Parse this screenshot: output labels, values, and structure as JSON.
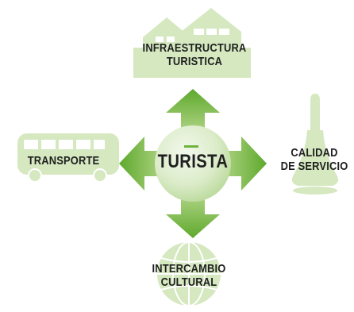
{
  "diagram": {
    "center": {
      "label": "TURISTA"
    },
    "nodes": {
      "top": {
        "lines": [
          "INFRAESTRUCTURA",
          "TURISTICA"
        ],
        "icon": "houses-icon"
      },
      "left": {
        "lines": [
          "TRANSPORTE"
        ],
        "icon": "bus-icon"
      },
      "right": {
        "lines": [
          "CALIDAD",
          "DE SERVICIO"
        ],
        "icon": "bell-icon"
      },
      "bottom": {
        "lines": [
          "INTERCAMBIO",
          "CULTURAL"
        ],
        "icon": "globe-icon"
      }
    }
  },
  "colors": {
    "arrow_dark": "#6fb33f",
    "arrow_light": "#cfe5b7",
    "icon_fill": "#d5e8c0",
    "circle_center": "#e9f3df",
    "circle_edge": "#b9d99a",
    "text": "#1f1f1f"
  }
}
